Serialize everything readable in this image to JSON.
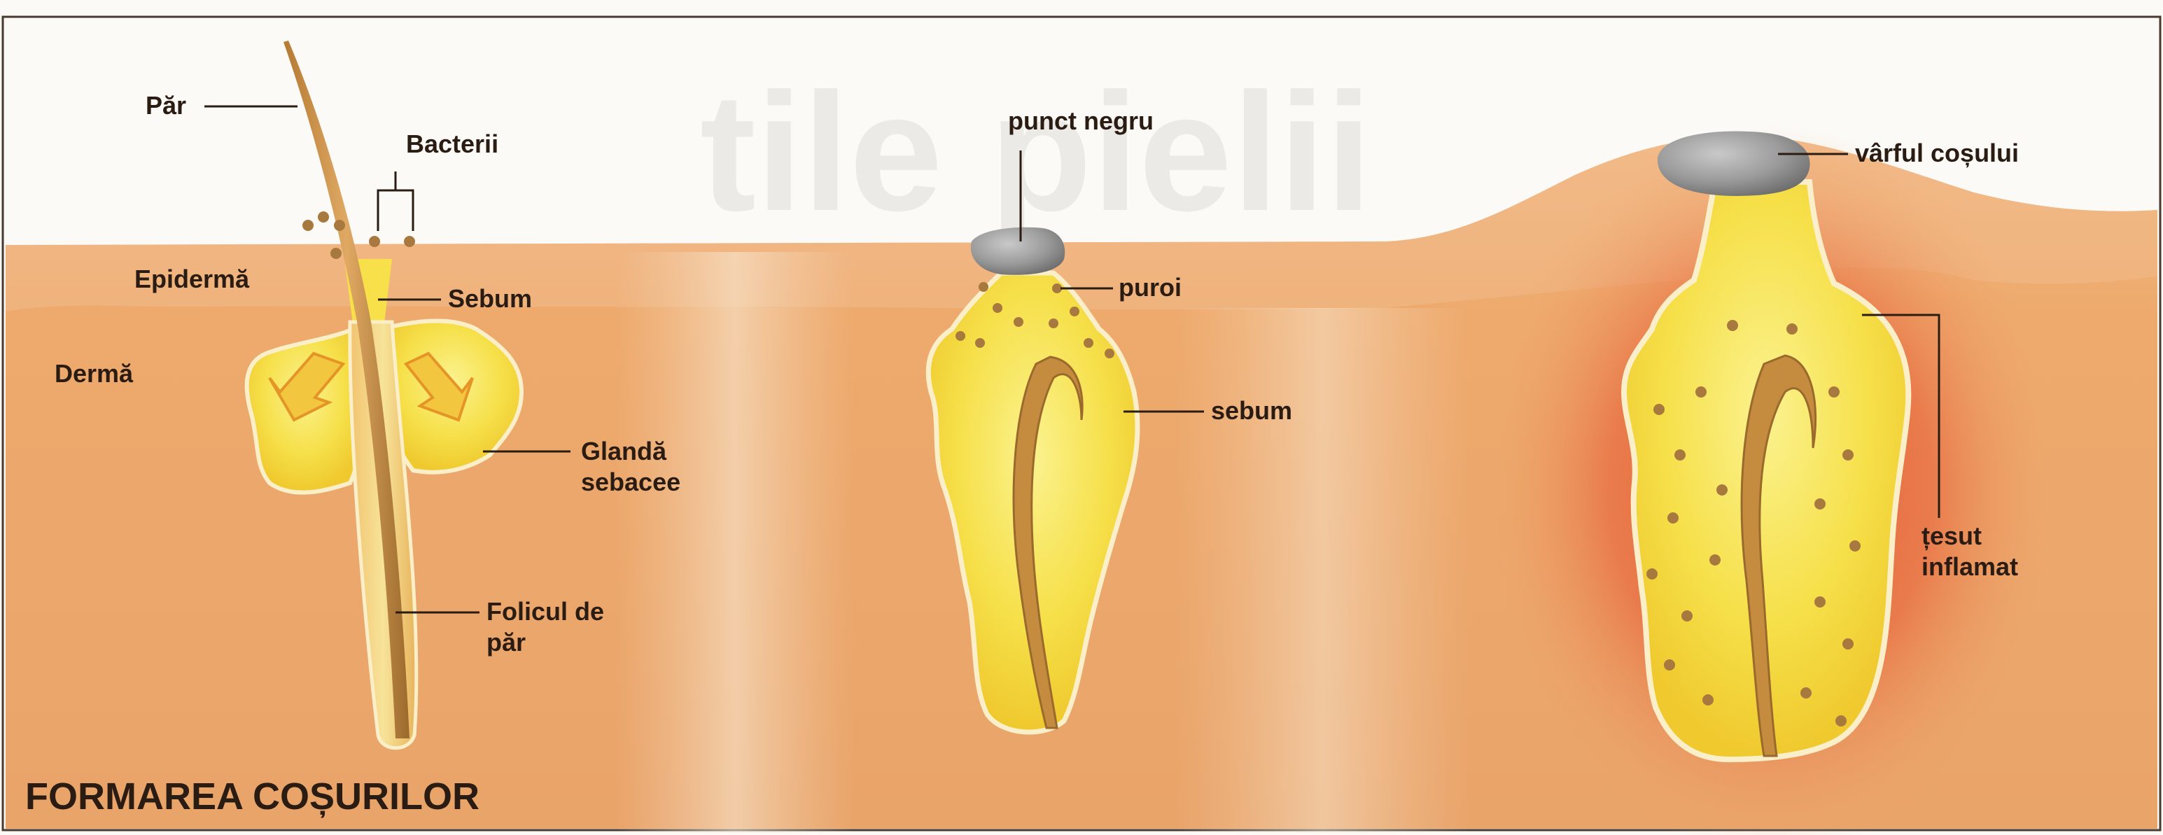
{
  "title": "FORMAREA COȘURILOR",
  "watermark": "tile pielii",
  "colors": {
    "skin": "#eea96e",
    "epidermis": "#f1b98a",
    "sebum": "#f4dc3e",
    "sebum_light": "#faf08a",
    "hair": "#c98e3f",
    "bacteria": "#a8793e",
    "plug": "#8f8f8f",
    "inflamed": "#e2603a",
    "ink": "#2a1c12"
  },
  "labels": {
    "par": "Păr",
    "bacterii": "Bacterii",
    "epiderma": "Epidermă",
    "sebum1": "Sebum",
    "derma": "Dermă",
    "glanda_1": "Glandă",
    "glanda_2": "sebacee",
    "folicul_1": "Folicul de",
    "folicul_2": "păr",
    "punct_negru": "punct negru",
    "puroi": "puroi",
    "sebum2": "sebum",
    "varful": "vârful coșului",
    "tesut_1": "țesut",
    "tesut_2": "inflamat"
  }
}
